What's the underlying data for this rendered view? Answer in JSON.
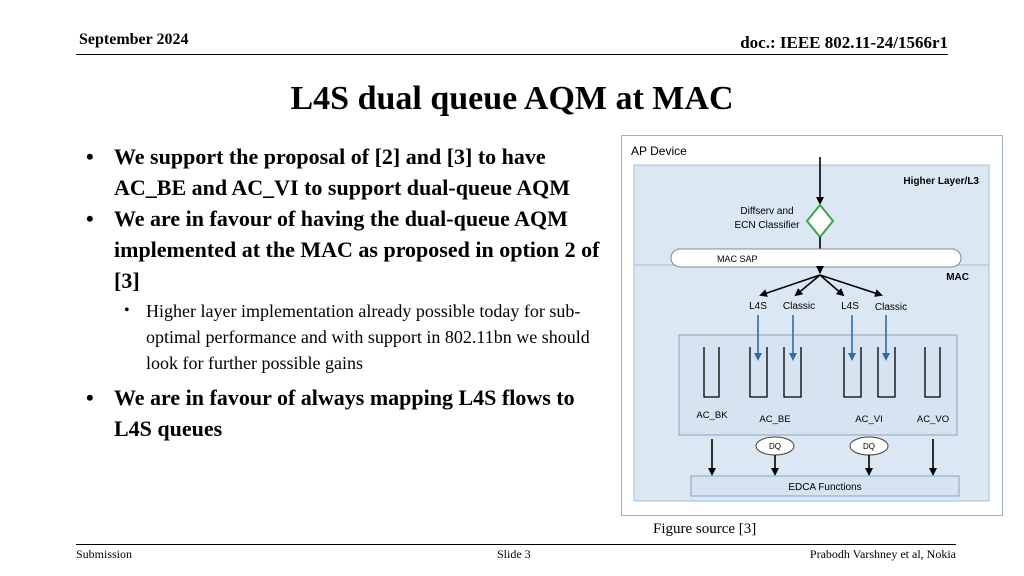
{
  "header": {
    "date": "September 2024",
    "doc": "doc.: IEEE 802.11-24/1566r1"
  },
  "title": "L4S dual queue AQM at MAC",
  "bullets": [
    {
      "text": "We support the proposal of [2] and [3] to have AC_BE and AC_VI to support dual-queue AQM"
    },
    {
      "text": "We are in favour of having the dual-queue AQM implemented at the MAC as proposed in option 2 of [3]"
    },
    {
      "text": "Higher layer implementation already possible today for sub-optimal performance and with support in 802.11bn we should look for further possible gains",
      "level": 2
    },
    {
      "text": "We are in favour of always mapping L4S flows to L4S queues"
    }
  ],
  "figure": {
    "ap_device": "AP Device",
    "higher_layer": "Higher Layer/L3",
    "diffserv_line1": "Diffserv and",
    "diffserv_line2": "ECN Classifier",
    "mac_sap": "MAC SAP",
    "mac": "MAC",
    "l4s_1": "L4S",
    "classic_1": "Classic",
    "l4s_2": "L4S",
    "classic_2": "Classic",
    "ac_bk": "AC_BK",
    "ac_be": "AC_BE",
    "ac_vi": "AC_VI",
    "ac_vo": "AC_VO",
    "dq_1": "DQ",
    "dq_2": "DQ",
    "edca": "EDCA Functions",
    "caption": "Figure source [3]"
  },
  "footer": {
    "left": "Submission",
    "mid": "Slide 3",
    "right": "Prabodh Varshney et al, Nokia"
  }
}
